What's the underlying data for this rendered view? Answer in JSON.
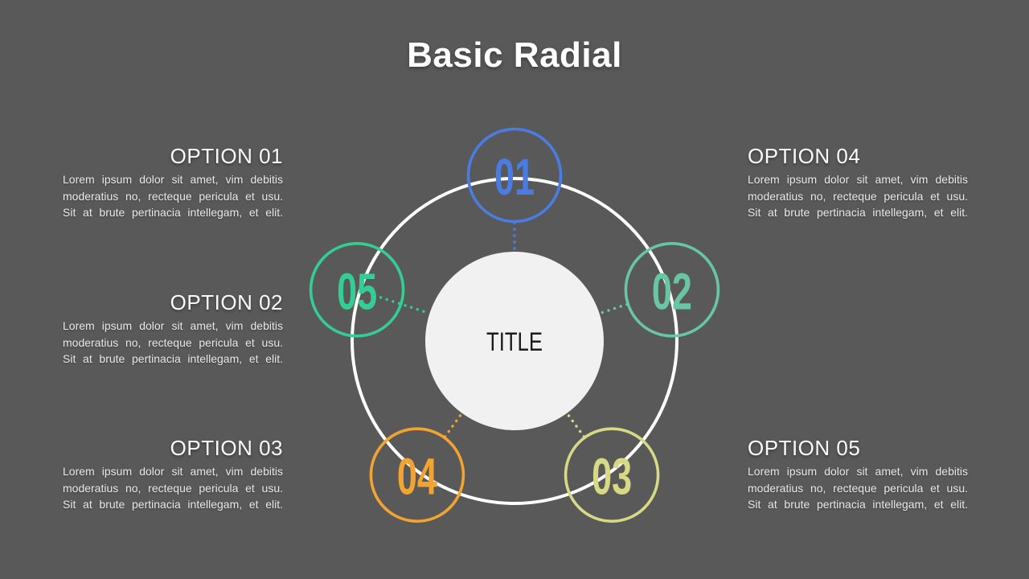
{
  "slide": {
    "title": "Basic Radial",
    "background_color": "#595959"
  },
  "diagram": {
    "center_label": "TITLE",
    "center_fill_color": "#F1F1F2",
    "center_label_color": "#1B1B1B",
    "ring_color": "#FFFFFF",
    "options": [
      {
        "number": "01",
        "color": "#4A7CE4",
        "angle_deg": -90
      },
      {
        "number": "02",
        "color": "#68C6A4",
        "angle_deg": -18
      },
      {
        "number": "03",
        "color": "#D8D985",
        "angle_deg": 54
      },
      {
        "number": "04",
        "color": "#F2A433",
        "angle_deg": 126
      },
      {
        "number": "05",
        "color": "#34CD93",
        "angle_deg": 198
      }
    ]
  },
  "panels": {
    "left": [
      {
        "heading": "OPTION 01",
        "lines": [
          "Lorem ipsum dolor sit amet, vim debitis",
          "moderatius no, recteque pericula et usu.",
          "Sit at brute pertinacia intellegam, et elit."
        ]
      },
      {
        "heading": "OPTION 02",
        "lines": [
          "Lorem ipsum dolor sit amet, vim debitis",
          "moderatius no, recteque pericula et usu.",
          "Sit at brute pertinacia intellegam, et elit."
        ]
      },
      {
        "heading": "OPTION 03",
        "lines": [
          "Lorem ipsum dolor sit amet, vim debitis",
          "moderatius no, recteque pericula et usu.",
          "Sit at brute pertinacia intellegam, et elit."
        ]
      }
    ],
    "right": [
      {
        "heading": "OPTION 04",
        "lines": [
          "Lorem ipsum dolor sit amet, vim debitis",
          "moderatius no, recteque pericula et usu.",
          "Sit at brute pertinacia intellegam, et elit."
        ]
      },
      {
        "heading": "OPTION 05",
        "lines": [
          "Lorem ipsum dolor sit amet, vim debitis",
          "moderatius no, recteque pericula et usu.",
          "Sit at brute pertinacia intellegam, et elit."
        ]
      }
    ]
  }
}
